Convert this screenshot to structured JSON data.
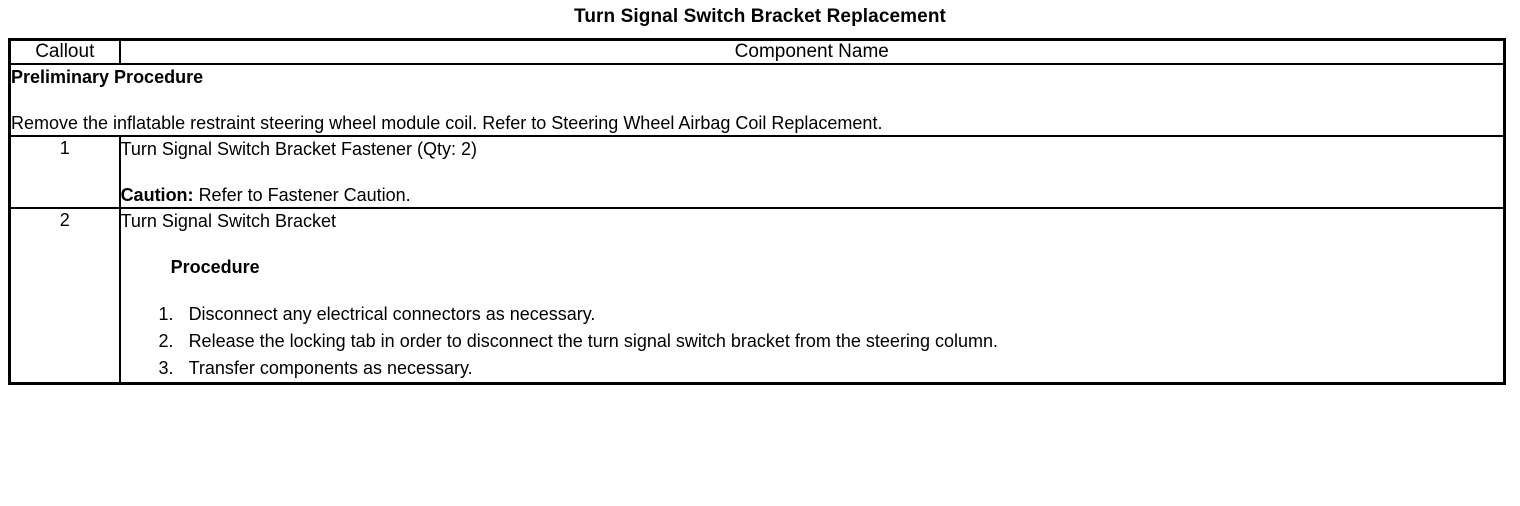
{
  "document": {
    "title": "Turn Signal Switch Bracket Replacement"
  },
  "table": {
    "headers": {
      "callout": "Callout",
      "component": "Component Name"
    },
    "preliminary": {
      "heading": "Preliminary Procedure",
      "text": "Remove the inflatable restraint steering wheel module coil. Refer to Steering Wheel Airbag Coil Replacement."
    },
    "rows": [
      {
        "callout": "1",
        "name": "Turn Signal Switch Bracket Fastener (Qty: 2)",
        "caution_label": "Caution:",
        "caution_text": "Refer to Fastener Caution."
      },
      {
        "callout": "2",
        "name": "Turn Signal Switch Bracket",
        "procedure_heading": "Procedure",
        "steps": [
          "Disconnect any electrical connectors as necessary.",
          "Release the locking tab in order to disconnect the turn signal switch bracket from the steering column.",
          "Transfer components as necessary."
        ]
      }
    ]
  },
  "colors": {
    "text": "#000000",
    "background": "#ffffff",
    "border": "#000000"
  }
}
